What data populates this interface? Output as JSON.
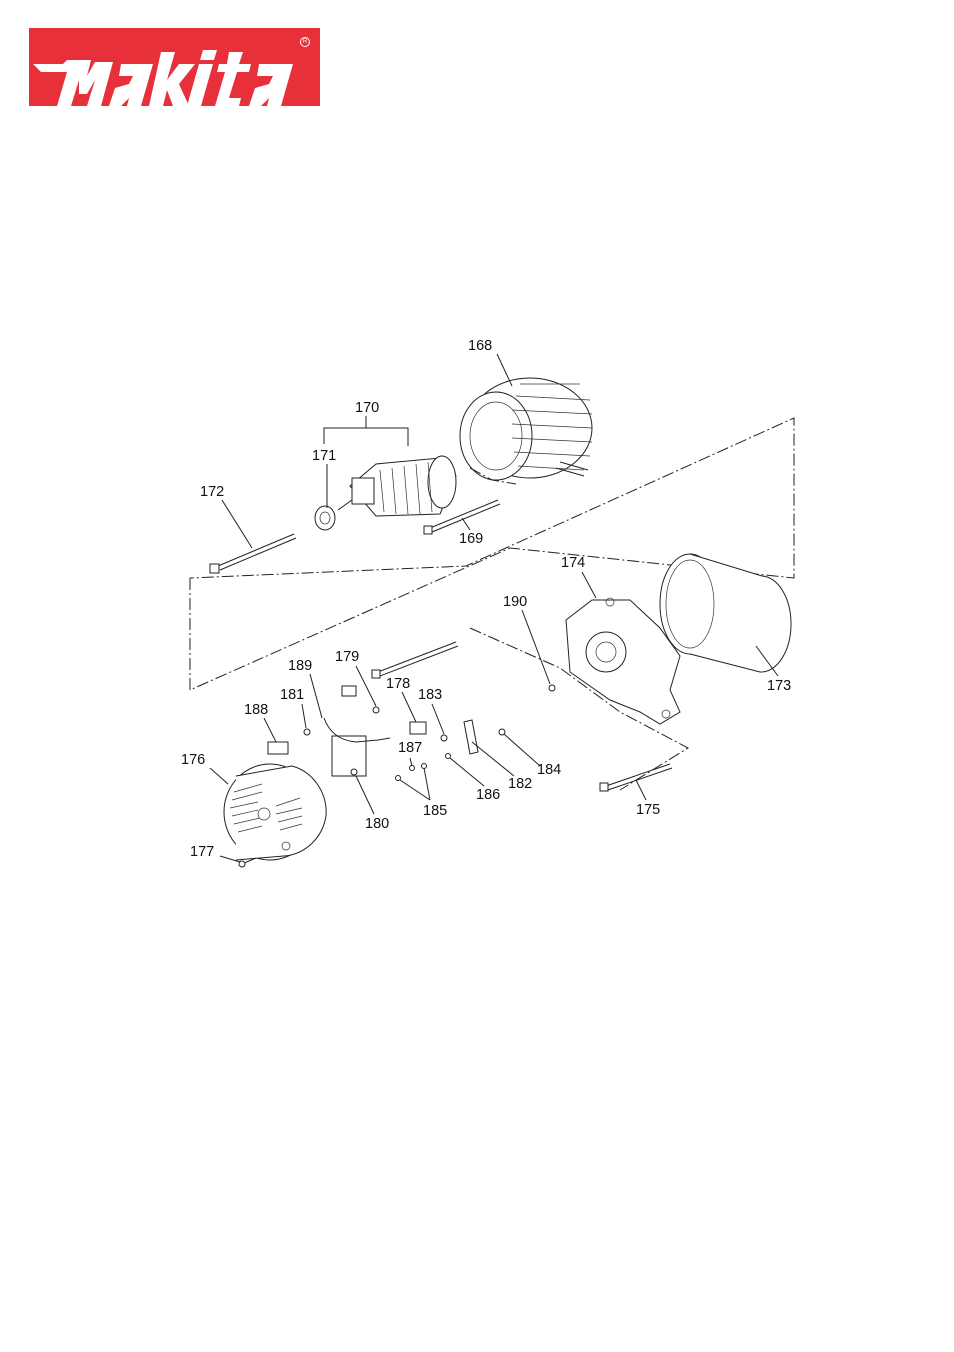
{
  "brand": {
    "name": "makita",
    "logo_color": "#e8303a",
    "registered_mark": "R"
  },
  "callouts": {
    "p168": "168",
    "p169": "169",
    "p170": "170",
    "p171": "171",
    "p172": "172",
    "p173": "173",
    "p174": "174",
    "p175": "175",
    "p176": "176",
    "p177": "177",
    "p178": "178",
    "p179": "179",
    "p180": "180",
    "p181": "181",
    "p182": "182",
    "p183": "183",
    "p184": "184",
    "p185": "185",
    "p186": "186",
    "p187": "187",
    "p188": "188",
    "p189": "189",
    "p190": "190"
  }
}
